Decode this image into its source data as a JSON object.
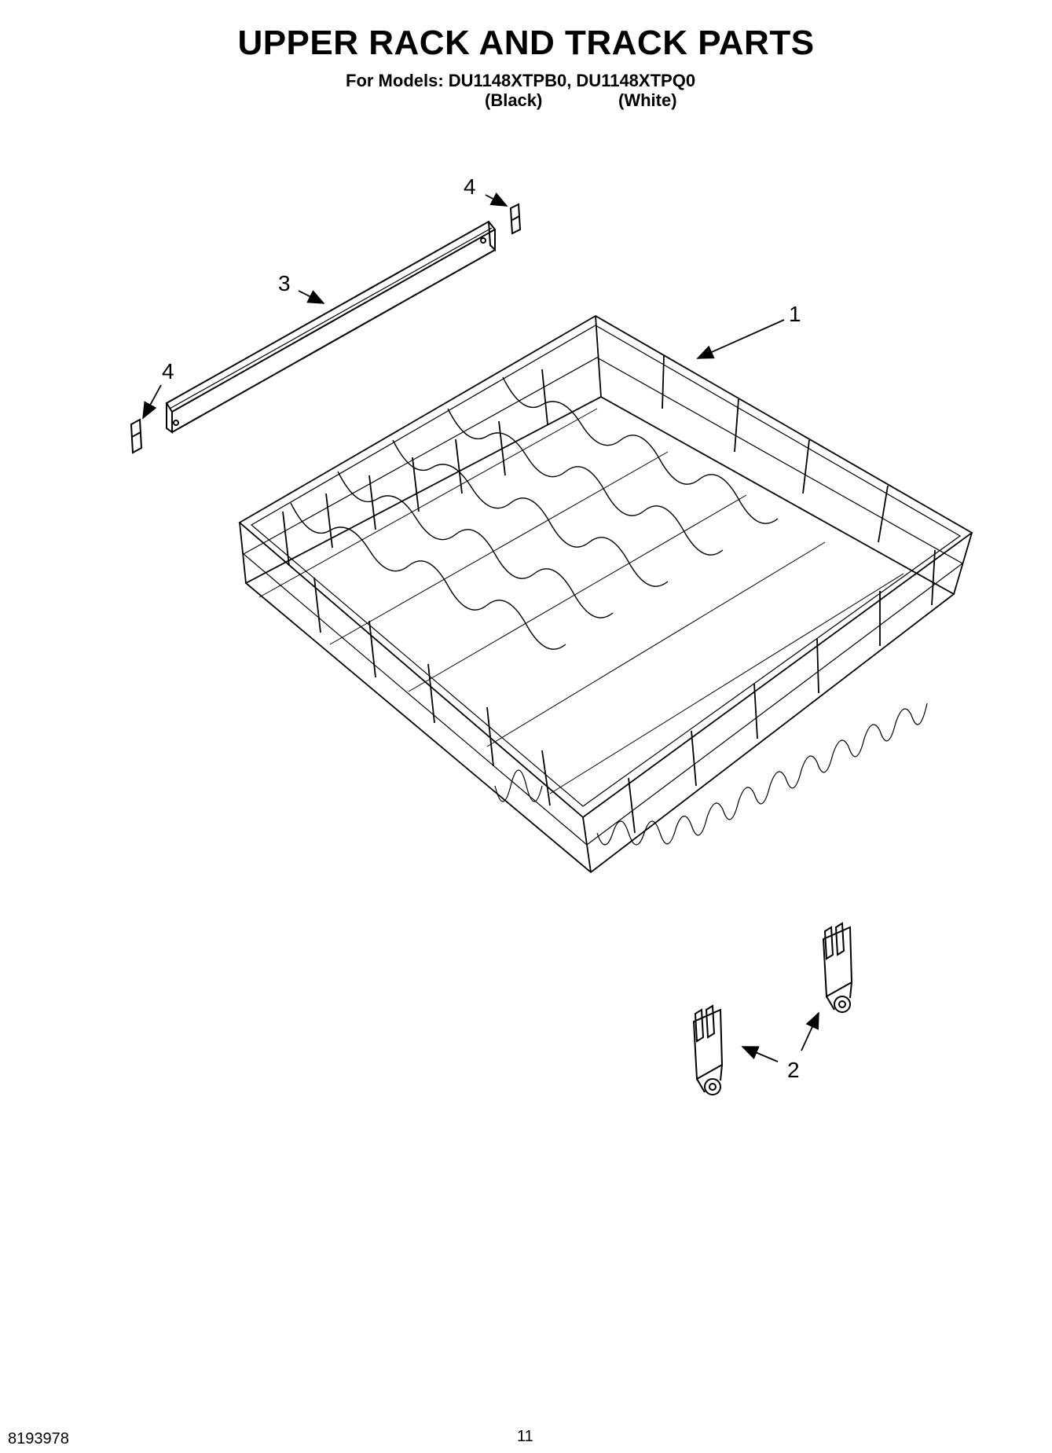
{
  "header": {
    "title": "UPPER RACK AND TRACK PARTS",
    "models_line": "For Models: DU1148XTPB0, DU1148XTPQ0",
    "variant_black": "(Black)",
    "variant_white": "(White)"
  },
  "callouts": {
    "rack": "1",
    "track_stop": "2",
    "track": "3",
    "end_cap_top": "4",
    "end_cap_left": "4"
  },
  "footer": {
    "doc_number": "8193978",
    "page_number": "11"
  }
}
